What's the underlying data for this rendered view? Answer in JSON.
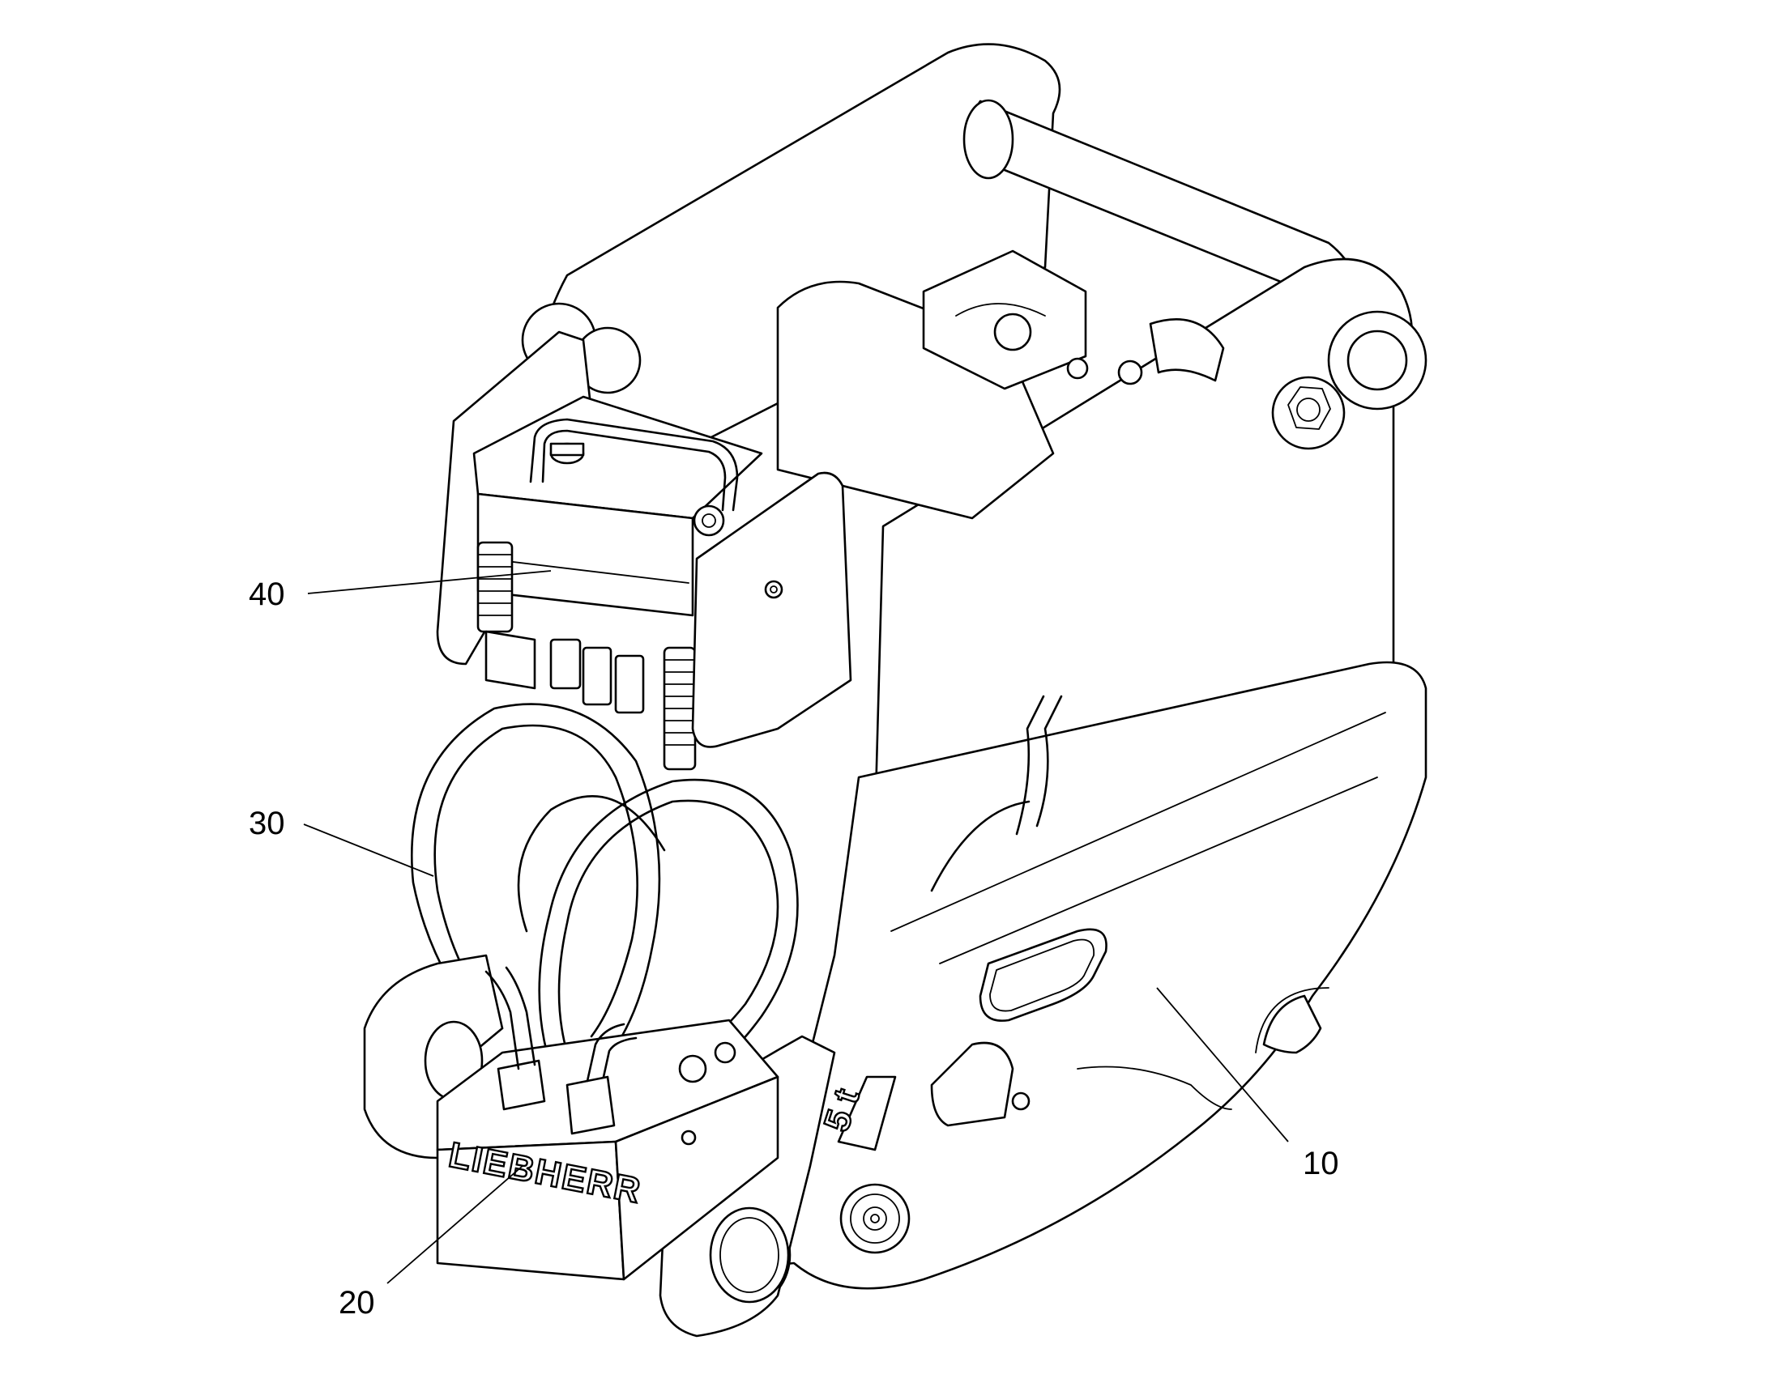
{
  "figure": {
    "brand_lettering": "LIEBHERR",
    "plate_marking": "5 t",
    "reference_numerals": [
      {
        "id": "10",
        "label": "10"
      },
      {
        "id": "20",
        "label": "20"
      },
      {
        "id": "30",
        "label": "30"
      },
      {
        "id": "40",
        "label": "40"
      }
    ]
  }
}
